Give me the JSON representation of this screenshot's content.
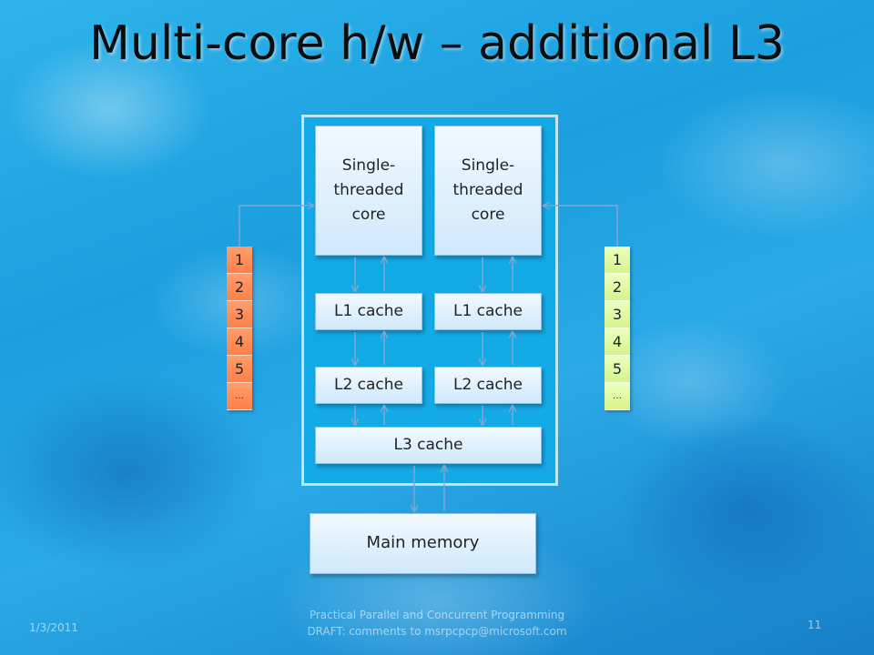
{
  "title": "Multi-core h/w – additional L3",
  "diagram": {
    "cores": [
      {
        "label": "Single-threaded core"
      },
      {
        "label": "Single-threaded core"
      }
    ],
    "l1_caches": [
      "L1 cache",
      "L1 cache"
    ],
    "l2_caches": [
      "L2 cache",
      "L2 cache"
    ],
    "l3_cache": "L3 cache",
    "main_memory": "Main memory",
    "left_thread_items": [
      "1",
      "2",
      "3",
      "4",
      "5",
      "…"
    ],
    "right_thread_items": [
      "1",
      "2",
      "3",
      "4",
      "5",
      "…"
    ]
  },
  "footer": {
    "date": "1/3/2011",
    "text_line1": "Practical Parallel and Concurrent Programming",
    "text_line2": "DRAFT: comments to msrpcpcp@microsoft.com",
    "page_number": "11"
  },
  "colors": {
    "container_fill": "#10aae8",
    "left_tape": "#ff8a55",
    "right_tape": "#d9f79a",
    "arrow": "#7fa8cc"
  }
}
